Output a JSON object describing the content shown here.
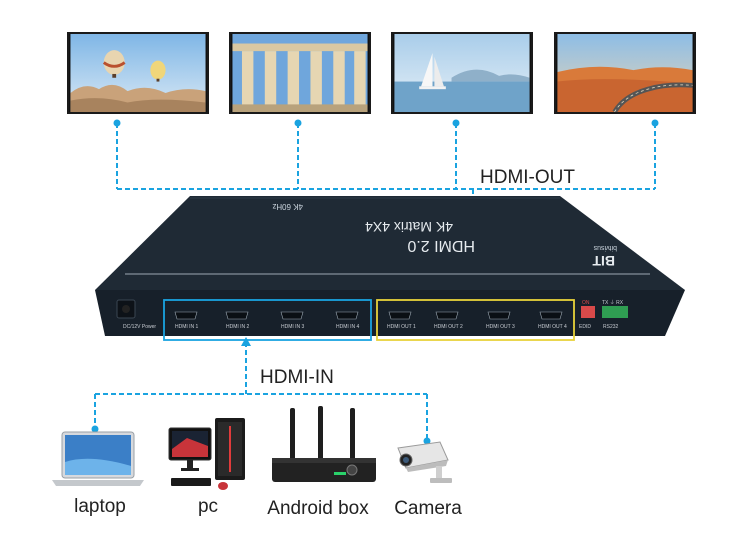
{
  "output_label": "HDMI-OUT",
  "input_label": "HDMI-IN",
  "device": {
    "title_line1": "HDMI 2.0",
    "title_line2": "4K Matrix 4X4",
    "spec": "4K 60Hz",
    "brand": "BIT",
    "brand_sub": "bitvisus",
    "power_label": "DC/12V Power",
    "inputs": [
      "HDMI IN 1",
      "HDMI IN 2",
      "HDMI IN 3",
      "HDMI IN 4"
    ],
    "outputs": [
      "HDMI OUT 1",
      "HDMI OUT 2",
      "HDMI OUT 3",
      "HDMI OUT 4"
    ],
    "edid_label": "EDID",
    "dip_label": "ON",
    "rs232_label": "RS232",
    "rs232_pins": "TX ⏚ RX"
  },
  "sources": [
    {
      "label": "laptop",
      "icon": "laptop-icon"
    },
    {
      "label": "pc",
      "icon": "pc-icon"
    },
    {
      "label": "Android box",
      "icon": "android-box-icon"
    },
    {
      "label": "Camera",
      "icon": "camera-icon"
    }
  ],
  "displays": [
    {
      "icon": "hot-air-balloons-image"
    },
    {
      "icon": "ancient-columns-image"
    },
    {
      "icon": "sailboat-lake-image"
    },
    {
      "icon": "desert-road-image"
    }
  ],
  "colors": {
    "connector": "#1aa3e0",
    "input_box": "#1aa3e0",
    "output_box": "#e8d23a",
    "chassis": "#1f2a35"
  }
}
